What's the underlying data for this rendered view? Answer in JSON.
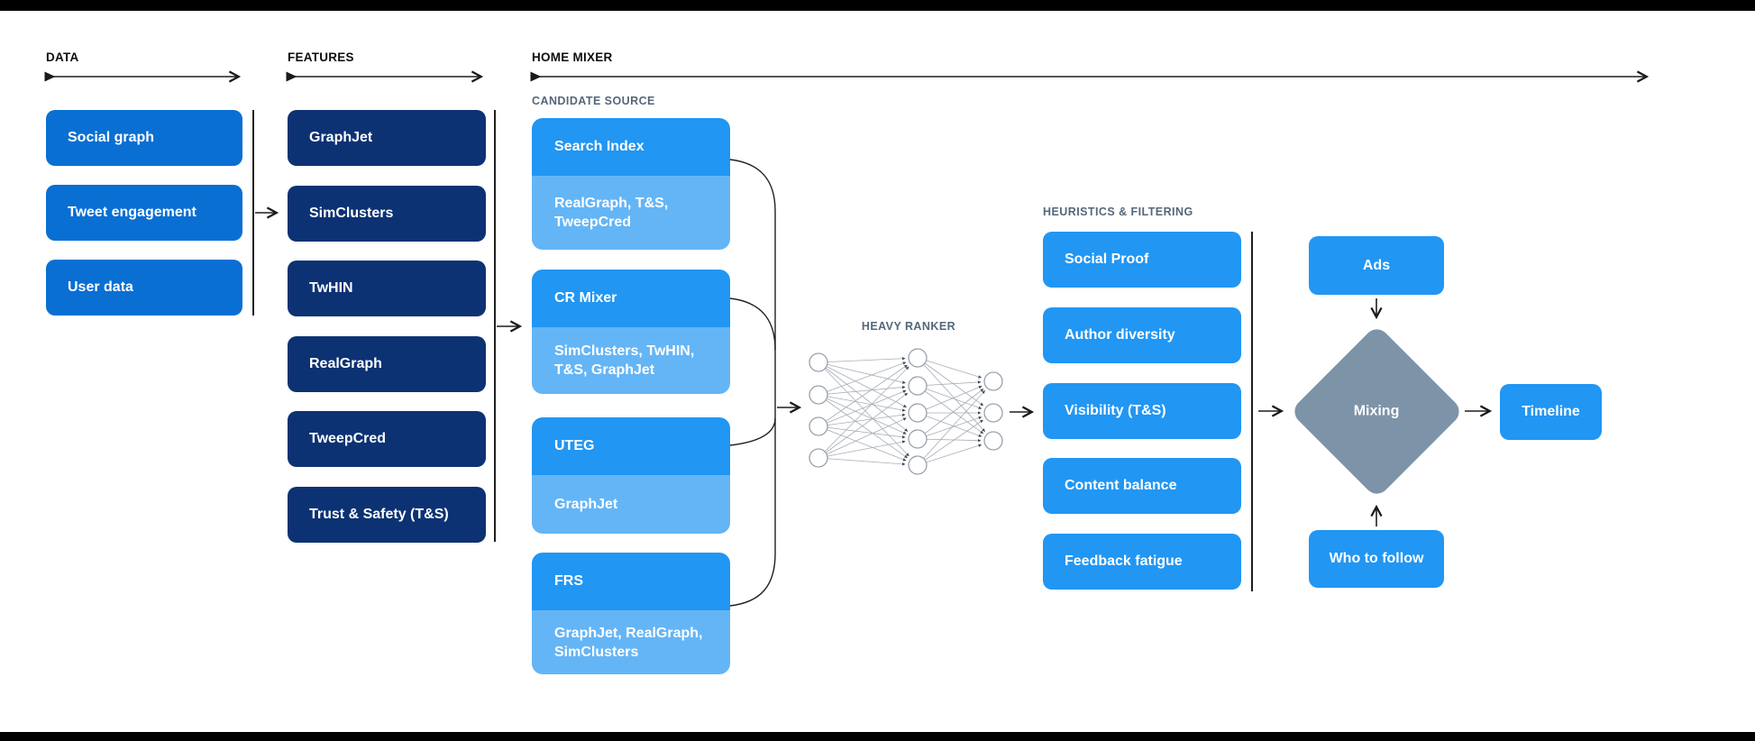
{
  "colors": {
    "data_box": "#0A6FD2",
    "features_box": "#0C3273",
    "primary_blue": "#2196F3",
    "light_blue": "#64B5F6",
    "diamond_gray": "#7D93A8",
    "label_gray": "#55677A",
    "line_dark": "#1F1F1F"
  },
  "sections": {
    "data": {
      "label": "DATA",
      "items": [
        "Social graph",
        "Tweet engagement",
        "User data"
      ]
    },
    "features": {
      "label": "FEATURES",
      "items": [
        "GraphJet",
        "SimClusters",
        "TwHIN",
        "RealGraph",
        "TweepCred",
        "Trust & Safety (T&S)"
      ]
    },
    "home_mixer": {
      "label": "HOME MIXER",
      "candidate_source": {
        "label": "CANDIDATE SOURCE",
        "groups": [
          {
            "title": "Search Index",
            "sources": "RealGraph, T&S, TweepCred"
          },
          {
            "title": "CR Mixer",
            "sources": "SimClusters, TwHIN, T&S, GraphJet"
          },
          {
            "title": "UTEG",
            "sources": "GraphJet"
          },
          {
            "title": "FRS",
            "sources": "GraphJet, RealGraph, SimClusters"
          }
        ]
      },
      "heavy_ranker": {
        "label": "HEAVY RANKER"
      },
      "heuristics": {
        "label": "HEURISTICS & FILTERING",
        "items": [
          "Social Proof",
          "Author diversity",
          "Visibility (T&S)",
          "Content balance",
          "Feedback fatigue"
        ]
      },
      "mixing_stage": {
        "ads": "Ads",
        "mixing": "Mixing",
        "who_to_follow": "Who to follow",
        "timeline": "Timeline"
      }
    }
  }
}
